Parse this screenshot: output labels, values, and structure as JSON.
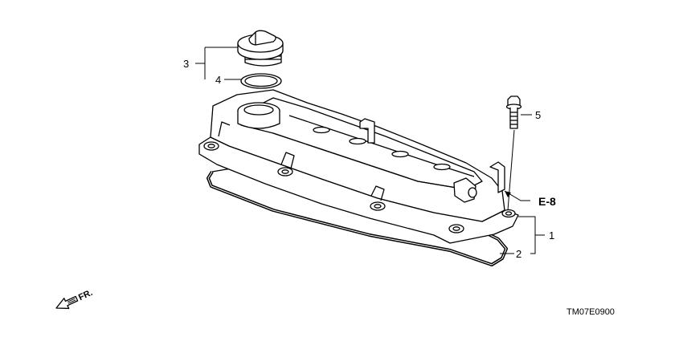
{
  "callouts": {
    "c1": "1",
    "c2": "2",
    "c3": "3",
    "c4": "4",
    "c5": "5"
  },
  "reference": "E-8",
  "front_label": "FR.",
  "diagram_code": "TM07E0900"
}
